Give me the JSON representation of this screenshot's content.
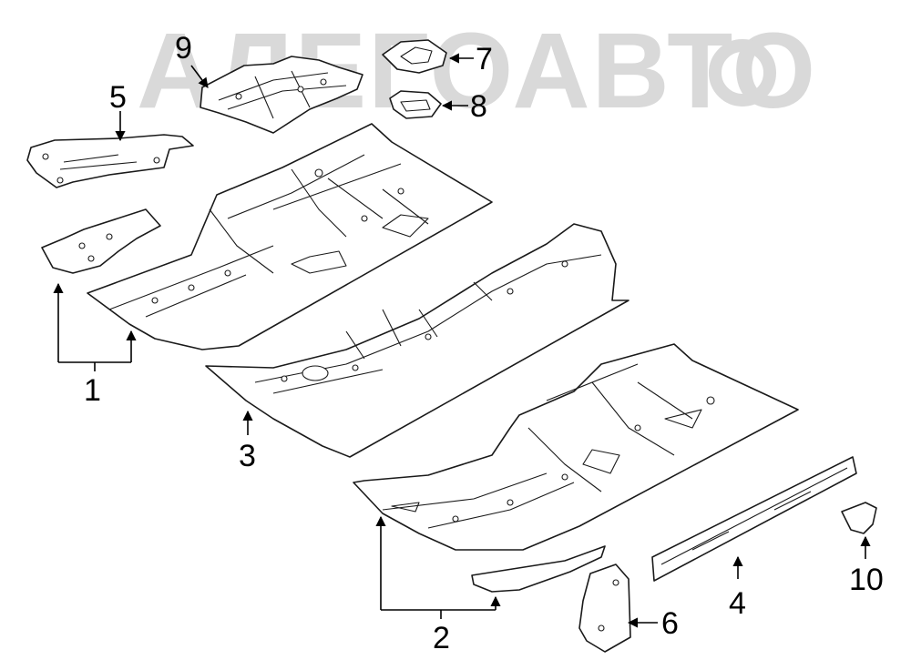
{
  "watermark": {
    "text": "АЛЕГОАВТО",
    "color": "#d9d9d9"
  },
  "callouts": [
    {
      "id": "1",
      "label": "1"
    },
    {
      "id": "2",
      "label": "2"
    },
    {
      "id": "3",
      "label": "3"
    },
    {
      "id": "4",
      "label": "4"
    },
    {
      "id": "5",
      "label": "5"
    },
    {
      "id": "6",
      "label": "6"
    },
    {
      "id": "7",
      "label": "7"
    },
    {
      "id": "8",
      "label": "8"
    },
    {
      "id": "9",
      "label": "9"
    },
    {
      "id": "10",
      "label": "10"
    }
  ],
  "colors": {
    "line": "#1a1a1a",
    "background": "#ffffff"
  }
}
